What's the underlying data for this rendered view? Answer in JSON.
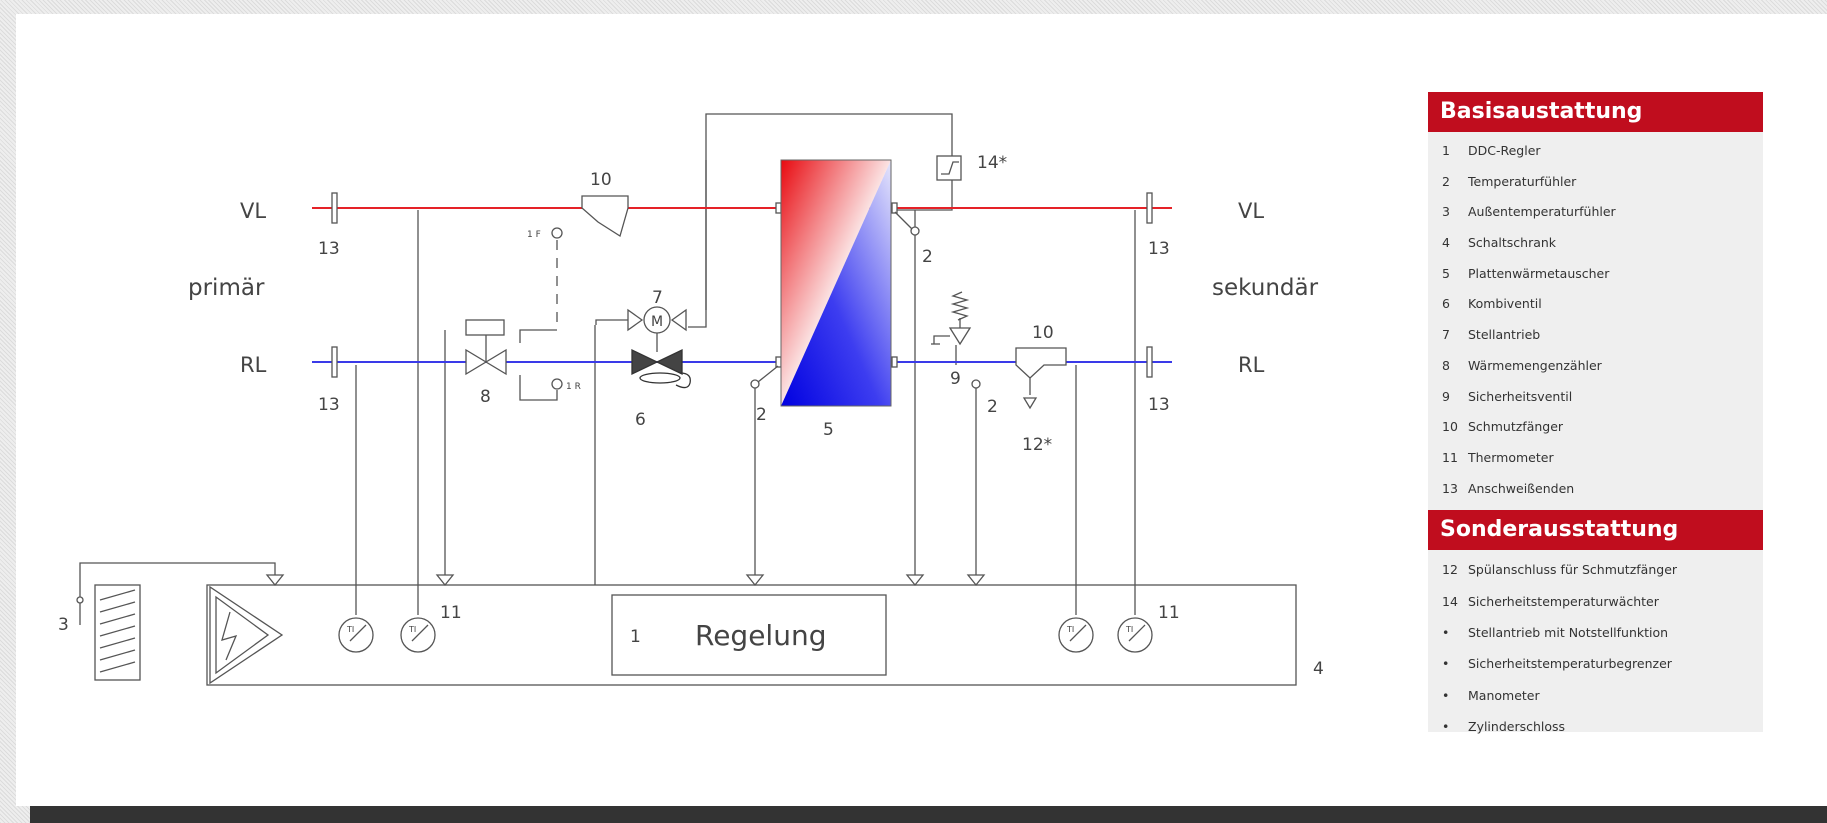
{
  "diagram": {
    "labels": {
      "vl_left": "VL",
      "vl_right": "VL",
      "rl_left": "RL",
      "rl_right": "RL",
      "primary": "primär",
      "secondary": "sekundär",
      "regelung_num": "1",
      "regelung": "Regelung",
      "n13_tl": "13",
      "n13_bl": "13",
      "n13_tr": "13",
      "n13_br": "13",
      "n10_left": "10",
      "n10_right": "10",
      "n14": "14*",
      "n7": "7",
      "n8": "8",
      "n6": "6",
      "n5": "5",
      "n2_a": "2",
      "n2_b": "2",
      "n2_c": "2",
      "n9": "9",
      "n12": "12*",
      "n3": "3",
      "n4": "4",
      "n11_left": "11",
      "n11_right": "11",
      "tag_1f": "1 F",
      "tag_1r": "1 R",
      "motor": "M",
      "ti": "TI"
    },
    "colors": {
      "supply": "#e52228",
      "return": "#3a3ae8",
      "line": "#555555"
    }
  },
  "legend": {
    "basic_title": "Basisaustattung",
    "basic_items": [
      {
        "num": "1",
        "text": "DDC-Regler"
      },
      {
        "num": "2",
        "text": "Temperaturfühler"
      },
      {
        "num": "3",
        "text": "Außentemperaturfühler"
      },
      {
        "num": "4",
        "text": "Schaltschrank"
      },
      {
        "num": "5",
        "text": "Plattenwärmetauscher"
      },
      {
        "num": "6",
        "text": "Kombiventil"
      },
      {
        "num": "7",
        "text": "Stellantrieb"
      },
      {
        "num": "8",
        "text": "Wärmemengenzähler"
      },
      {
        "num": "9",
        "text": "Sicherheitsventil"
      },
      {
        "num": "10",
        "text": "Schmutzfänger"
      },
      {
        "num": "11",
        "text": "Thermometer"
      },
      {
        "num": "13",
        "text": "Anschweißenden"
      }
    ],
    "special_title": "Sonderausstattung",
    "special_items": [
      {
        "num": "12",
        "text": "Spülanschluss für Schmutzfänger"
      },
      {
        "num": "14",
        "text": "Sicherheitstemperaturwächter"
      },
      {
        "num": "•",
        "text": "Stellantrieb mit Notstellfunktion"
      },
      {
        "num": "•",
        "text": "Sicherheitstemperaturbegrenzer"
      },
      {
        "num": "•",
        "text": "Manometer"
      },
      {
        "num": "•",
        "text": "Zylinderschloss"
      }
    ]
  }
}
